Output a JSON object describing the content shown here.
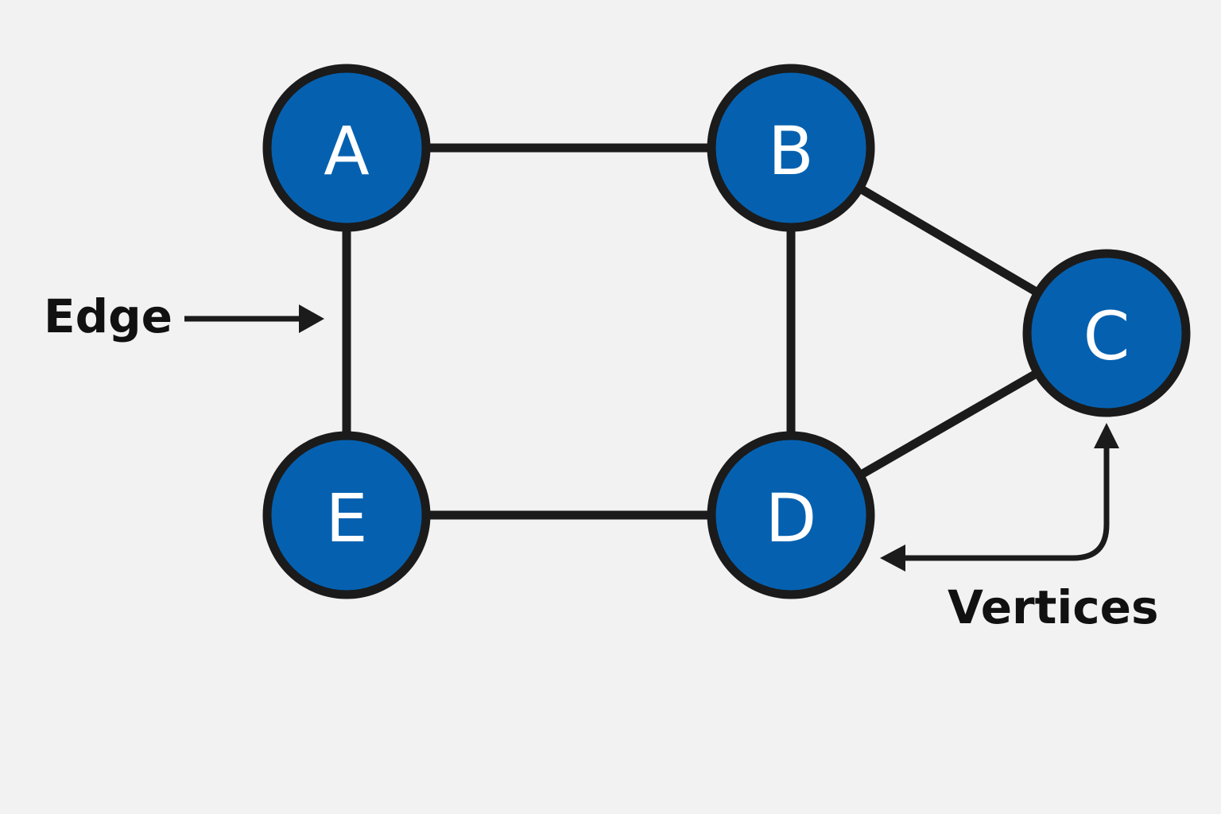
{
  "diagram": {
    "vertices": [
      {
        "id": "A",
        "label": "A"
      },
      {
        "id": "B",
        "label": "B"
      },
      {
        "id": "C",
        "label": "C"
      },
      {
        "id": "D",
        "label": "D"
      },
      {
        "id": "E",
        "label": "E"
      }
    ],
    "edges": [
      {
        "from": "A",
        "to": "B"
      },
      {
        "from": "B",
        "to": "C"
      },
      {
        "from": "C",
        "to": "D"
      },
      {
        "from": "B",
        "to": "D"
      },
      {
        "from": "D",
        "to": "E"
      },
      {
        "from": "A",
        "to": "E"
      }
    ],
    "annotations": {
      "edge_label": "Edge",
      "vertices_label": "Vertices"
    },
    "colors": {
      "vertex_fill": "#0561b0",
      "vertex_stroke": "#1b1b1b",
      "edge": "#1b1b1b",
      "label": "#ffffff",
      "annotation": "#111111",
      "background": "#f2f2f2"
    }
  }
}
